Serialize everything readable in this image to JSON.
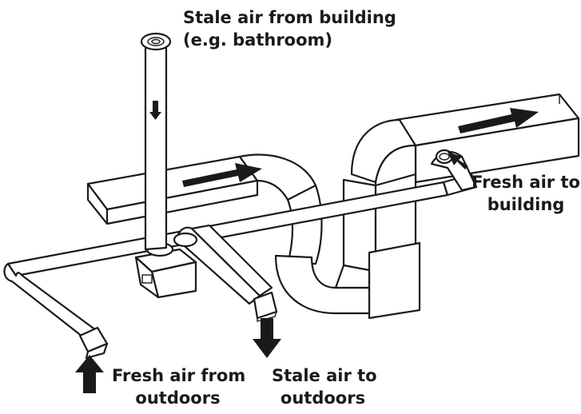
{
  "labels": {
    "stale_air_from_building": [
      "Stale air from building",
      "(e.g. bathroom)"
    ],
    "fresh_air_to_building": [
      "Fresh air to",
      "building"
    ],
    "fresh_air_from_outdoors": [
      "Fresh air from",
      "outdoors"
    ],
    "stale_air_to_outdoors": [
      "Stale air to",
      "outdoors"
    ]
  }
}
